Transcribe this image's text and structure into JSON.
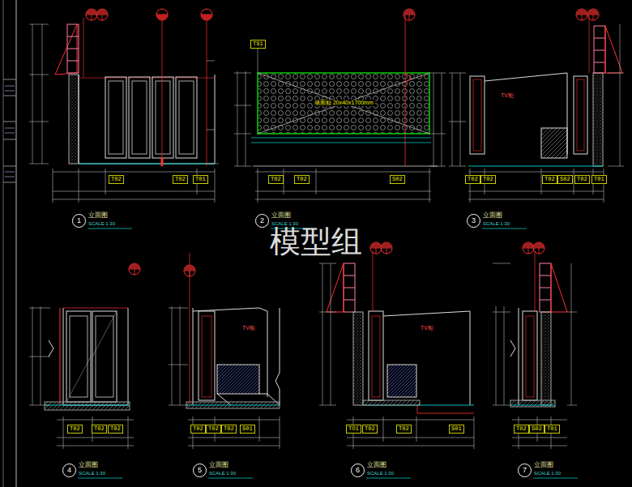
{
  "diagram": {
    "nodes": [
      {
        "text": [
          "T02"
        ]
      },
      {
        "text": [
          "T02"
        ]
      },
      {
        "text": [
          "T01"
        ]
      },
      {
        "text": [
          "1"
        ]
      },
      {
        "text": [
          "TS1"
        ]
      },
      {
        "text": [
          "T02"
        ]
      },
      {
        "text": [
          "T02"
        ]
      },
      {
        "text": [
          "S02"
        ]
      },
      {
        "text": [
          "2"
        ]
      },
      {
        "text": [
          "T02"
        ]
      },
      {
        "text": [
          "T02"
        ]
      },
      {
        "text": [
          "T02"
        ]
      },
      {
        "text": [
          "S02"
        ]
      },
      {
        "text": [
          "T02"
        ]
      },
      {
        "text": [
          "T01"
        ]
      },
      {
        "text": [
          "3"
        ]
      },
      {
        "text": [
          "T02"
        ]
      },
      {
        "text": [
          "T02"
        ]
      },
      {
        "text": [
          "T02"
        ]
      },
      {
        "text": [
          "4"
        ]
      },
      {
        "text": [
          "T02"
        ]
      },
      {
        "text": [
          "T02"
        ]
      },
      {
        "text": [
          "T02"
        ]
      },
      {
        "text": [
          "S01"
        ]
      },
      {
        "text": [
          "5"
        ]
      },
      {
        "text": [
          "TO1"
        ]
      },
      {
        "text": [
          "T02"
        ]
      },
      {
        "text": [
          "T02"
        ]
      },
      {
        "text": [
          "S01"
        ]
      },
      {
        "text": [
          "6"
        ]
      },
      {
        "text": [
          "T02"
        ]
      },
      {
        "text": [
          "S02"
        ]
      },
      {
        "text": [
          "T01"
        ]
      },
      {
        "text": [
          "7"
        ]
      }
    ],
    "labels": [
      "立面图",
      "SCALE 1:30",
      "立面图",
      "SCALE 1:30",
      "立面图",
      "SCALE 1:30",
      "立面图",
      "SCALE 1:30",
      "立面图",
      "SCALE 1:30",
      "立面图",
      "SCALE 1:30",
      "立面图",
      "SCALE 1:30",
      "墙面贴 20x40x1700mm",
      "TV柜",
      "TV柜",
      "TV柜",
      "模型组"
    ]
  }
}
